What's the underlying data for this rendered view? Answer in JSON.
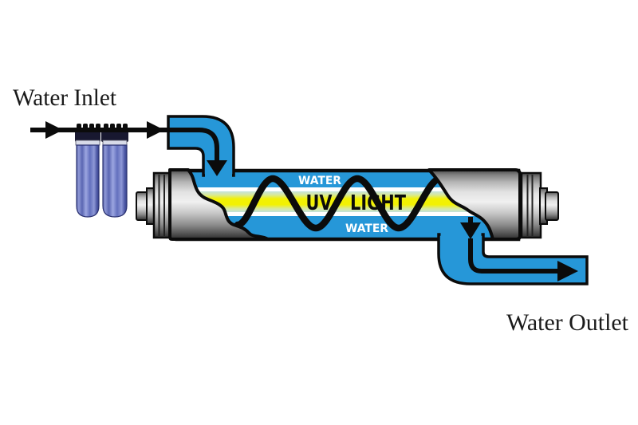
{
  "labels": {
    "water_inlet": "Water Inlet",
    "water_outlet": "Water Outlet",
    "water_top": "WATER",
    "water_bottom": "WATER",
    "uv": "UV",
    "light": "LIGHT"
  },
  "colors": {
    "background": "#FFFFFF",
    "water_blue": "#2697D8",
    "uv_yellow": "#F2F103",
    "uv_pale": "#C4E3DE",
    "uv_mid_green": "#D8E99A",
    "metal_light": "#F0F0F0",
    "metal_dark": "#2D2D2D",
    "filter_body_blue": "#6370BE",
    "filter_cap_navy": "#181830",
    "outline_black": "#0B0B0B",
    "text_white": "#FFFFFF",
    "label_black": "#1A1A1A"
  }
}
